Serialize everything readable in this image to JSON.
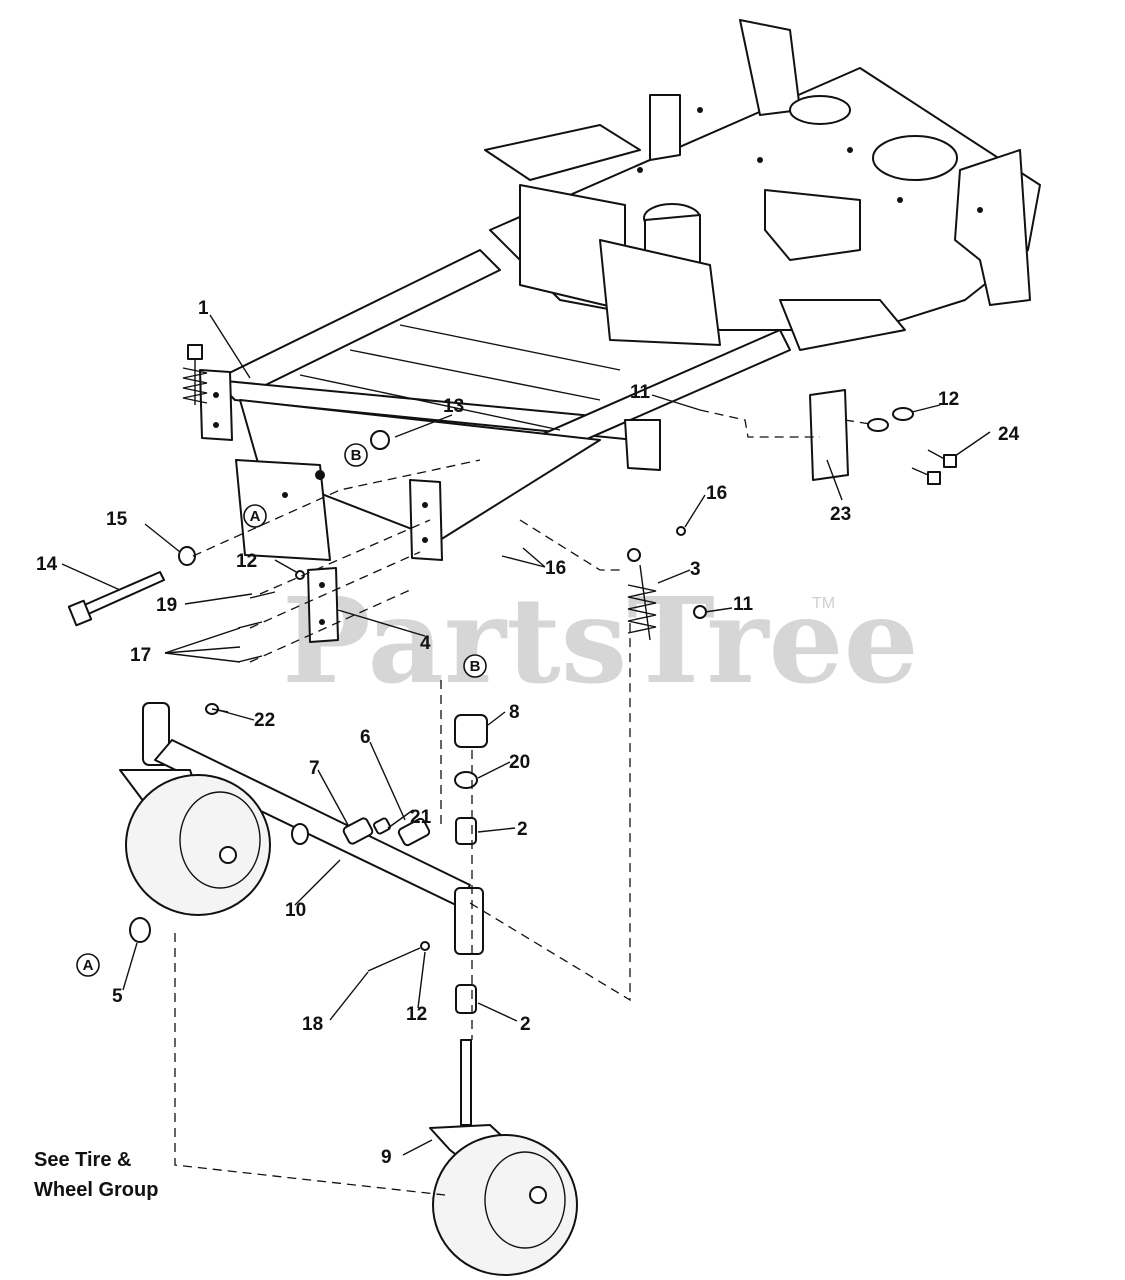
{
  "watermark": {
    "text": "PartsTree",
    "tm": "TM"
  },
  "note": {
    "line1": "See Tire &",
    "line2": "Wheel Group"
  },
  "reference_markers": {
    "a1": "A",
    "a2": "A",
    "b1": "B",
    "b2": "B"
  },
  "callouts": {
    "c1": "1",
    "c2a": "2",
    "c2b": "2",
    "c3": "3",
    "c4": "4",
    "c5": "5",
    "c6": "6",
    "c7": "7",
    "c8": "8",
    "c9": "9",
    "c10": "10",
    "c11a": "11",
    "c11b": "11",
    "c12a": "12",
    "c12b": "12",
    "c12c": "12",
    "c13": "13",
    "c14": "14",
    "c15": "15",
    "c16a": "16",
    "c16b": "16",
    "c17": "17",
    "c18": "18",
    "c19": "19",
    "c20": "20",
    "c21": "21",
    "c22": "22",
    "c23": "23",
    "c24": "24"
  }
}
